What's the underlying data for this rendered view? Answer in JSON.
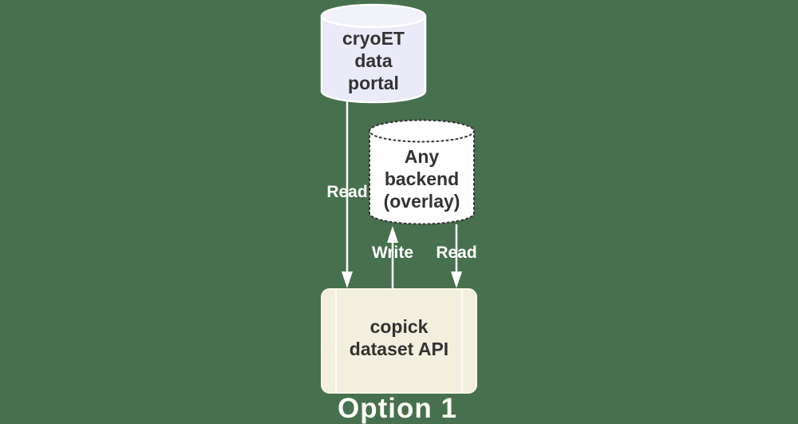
{
  "diagram": {
    "caption": "Option 1",
    "nodes": {
      "portal": {
        "label": "cryoET\ndata\nportal",
        "shape": "cylinder"
      },
      "backend": {
        "label": "Any\nbackend\n(overlay)",
        "shape": "cylinder-dashed"
      },
      "api": {
        "label": "copick\ndataset API",
        "shape": "subroutine"
      }
    },
    "edges": [
      {
        "from": "portal",
        "to": "api",
        "label": "Read"
      },
      {
        "from": "api",
        "to": "backend",
        "label": "Write"
      },
      {
        "from": "backend",
        "to": "api",
        "label": "Read"
      }
    ],
    "colors": {
      "background": "#47704E",
      "portal_fill": "#EAEAF8",
      "portal_top_fill": "#F2F2FB",
      "backend_fill": "#FFFFFF",
      "api_fill": "#F2EFDE",
      "node_text": "#333333",
      "edge_text": "#FFFFFF",
      "arrow": "#FFFFFF",
      "dashed_stroke": "#333333"
    }
  }
}
